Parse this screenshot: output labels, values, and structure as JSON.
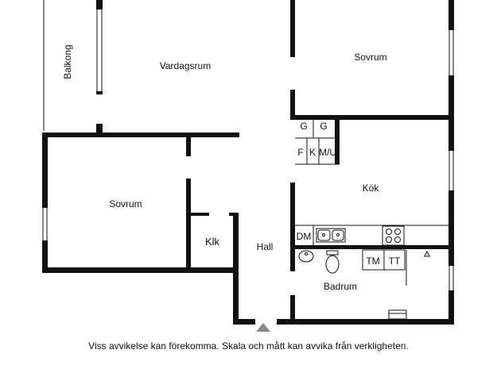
{
  "rooms": {
    "balkong": "Balkong",
    "vardagsrum": "Vardagsrum",
    "sovrum_1": "Sovrum",
    "sovrum_2": "Sovrum",
    "kok": "Kök",
    "klk": "Klk",
    "hall": "Hall",
    "badrum": "Badrum"
  },
  "fixtures": {
    "g1": "G",
    "g2": "G",
    "f": "F",
    "k": "K",
    "mu": "M/U",
    "dm": "DM",
    "tm": "TM",
    "tt": "TT"
  },
  "disclaimer": "Viss avvikelse kan förekomma. Skala och mått kan avvika från verkligheten.",
  "colors": {
    "wall": "#111111",
    "background": "#ffffff"
  }
}
